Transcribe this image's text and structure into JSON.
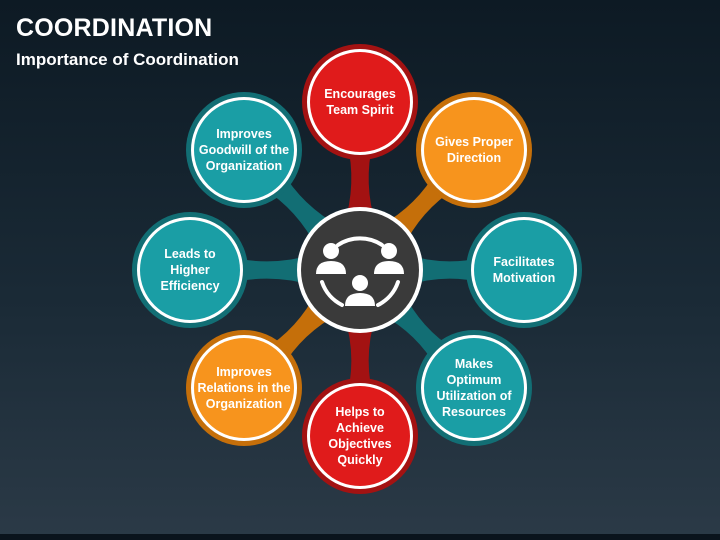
{
  "header": {
    "title": "COORDINATION",
    "subtitle": "Importance of Coordination"
  },
  "center": {
    "icon": "team-people-cycle-icon"
  },
  "colors": {
    "red": "#e01b1b",
    "red_ring": "#a31212",
    "orange": "#f7941d",
    "orange_ring": "#c56f0a",
    "teal": "#1a9ea5",
    "teal_ring": "#126e74",
    "center_fill": "#3a3a3a",
    "center_ring": "#ffffff"
  },
  "nodes": [
    {
      "id": "encourages-team-spirit",
      "color": "red",
      "lines": [
        "Encourages",
        "Team Spirit"
      ]
    },
    {
      "id": "gives-proper-direction",
      "color": "orange",
      "lines": [
        "Gives Proper",
        "Direction"
      ]
    },
    {
      "id": "facilitates-motivation",
      "color": "teal",
      "lines": [
        "Facilitates",
        "Motivation"
      ]
    },
    {
      "id": "makes-optimum-utilization",
      "color": "teal",
      "lines": [
        "Makes",
        "Optimum",
        "Utilization of",
        "Resources"
      ]
    },
    {
      "id": "helps-achieve-objectives",
      "color": "red",
      "lines": [
        "Helps to",
        "Achieve",
        "Objectives",
        "Quickly"
      ]
    },
    {
      "id": "improves-relations",
      "color": "orange",
      "lines": [
        "Improves",
        "Relations in the",
        "Organization"
      ]
    },
    {
      "id": "leads-higher-efficiency",
      "color": "teal",
      "lines": [
        "Leads to",
        "Higher",
        "Efficiency"
      ]
    },
    {
      "id": "improves-goodwill",
      "color": "teal",
      "lines": [
        "Improves",
        "Goodwill of the",
        "Organization"
      ]
    }
  ]
}
